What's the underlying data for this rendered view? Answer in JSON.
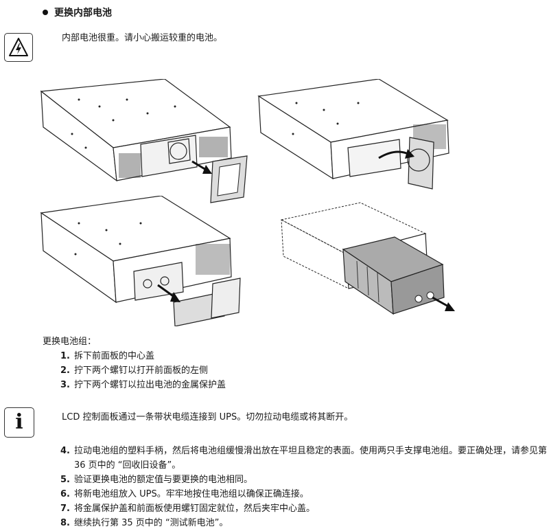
{
  "section_title": "更换内部电池",
  "warning_text": "内部电池很重。请小心搬运较重的电池。",
  "intro_text": "更换电池组：",
  "steps_a": [
    {
      "num": "1.",
      "text": "拆下前面板的中心盖"
    },
    {
      "num": "2.",
      "text": "拧下两个螺钉以打开前面板的左侧"
    },
    {
      "num": "3.",
      "text": "拧下两个螺钉以拉出电池的金属保护盖"
    }
  ],
  "info_text": "LCD 控制面板通过一条带状电缆连接到 UPS。切勿拉动电缆或将其断开。",
  "steps_b": [
    {
      "num": "4.",
      "text": "拉动电池组的塑料手柄，然后将电池组缓慢滑出放在平坦且稳定的表面。使用两只手支撑电池组。要正确处理，请参见第 36 页中的 “回收旧设备”。"
    },
    {
      "num": "5.",
      "text": "验证更换电池的额定值与要更换的电池相同。"
    },
    {
      "num": "6.",
      "text": "将新电池组放入 UPS。牢牢地按住电池组以确保正确连接。"
    },
    {
      "num": "7.",
      "text": "将金属保护盖和前面板使用螺钉固定就位，然后夹牢中心盖。"
    },
    {
      "num": "8.",
      "text": "继续执行第 35 页中的 “测试新电池”。"
    }
  ],
  "icons": {
    "warning": "electrical-hazard-icon",
    "info": "info-icon"
  }
}
